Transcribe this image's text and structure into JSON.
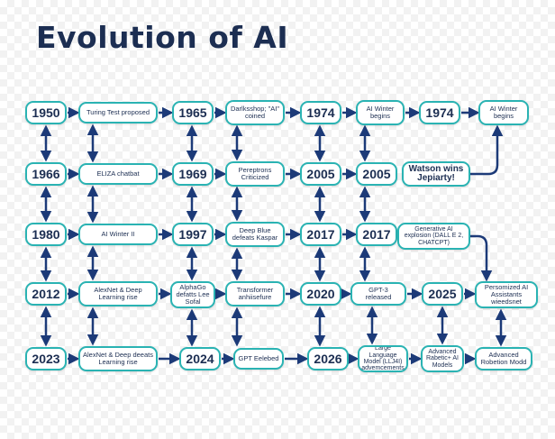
{
  "title": "Evolution of AI",
  "colors": {
    "title": "#1c2e52",
    "node_border": "#2ab3b3",
    "node_text": "#1c2e52",
    "arrow": "#1c3a78"
  },
  "rows": [
    {
      "year": "1950",
      "event": "Turing Test proposed",
      "year2": "1965",
      "event2": "Darlksshop; \"AI\" coined",
      "year3": "1974",
      "event3": "AI Winter begins",
      "year4": "1974",
      "event4": "AI Winter begins"
    },
    {
      "year": "1966",
      "event": "ELIZA chatbat",
      "year2": "1969",
      "event2": "Pereptrons Criticized",
      "year3": "2005",
      "year4": "2005",
      "event4": "Watson wins Jepiarty!"
    },
    {
      "year": "1980",
      "event": "AI Winter II",
      "year2": "1997",
      "event2": "Deep Blue defeats Kaspar",
      "year3": "2017",
      "year4": "2017",
      "event4": "Generative AI explosion (DALL E 2, CHATCPT)"
    },
    {
      "year": "2012",
      "event": "AlexNet & Deep Learning rise",
      "year2": "AlphaGo defatts Lee Sofal",
      "event2": "Transformer anhiisefure",
      "year3": "2020",
      "event3": "GPT-3 released",
      "year4": "2025",
      "event4": "Persomized AI Assistants wieedsnet"
    },
    {
      "year": "2023",
      "event": "AlexNet & Deep deeats Learning rise",
      "year2": "2024",
      "event2": "GPT Eelebed",
      "year3": "2026",
      "event3": "Large Language Model (LLJ4I) advemcements",
      "year4": "Advanced Rabetic+ AI Models",
      "event4": "Advanced Robetion Modd"
    }
  ]
}
